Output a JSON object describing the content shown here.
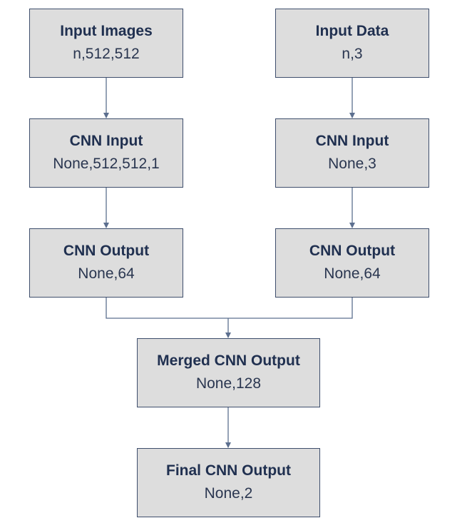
{
  "nodes": {
    "input_images": {
      "title": "Input Images",
      "shape": "n,512,512"
    },
    "input_data": {
      "title": "Input Data",
      "shape": "n,3"
    },
    "cnn_input_left": {
      "title": "CNN Input",
      "shape": "None,512,512,1"
    },
    "cnn_input_right": {
      "title": "CNN Input",
      "shape": "None,3"
    },
    "cnn_output_left": {
      "title": "CNN Output",
      "shape": "None,64"
    },
    "cnn_output_right": {
      "title": "CNN Output",
      "shape": "None,64"
    },
    "merged": {
      "title": "Merged CNN Output",
      "shape": "None,128"
    },
    "final": {
      "title": "Final CNN Output",
      "shape": "None,2"
    }
  },
  "edges": [
    {
      "from": "input_images",
      "to": "cnn_input_left"
    },
    {
      "from": "input_data",
      "to": "cnn_input_right"
    },
    {
      "from": "cnn_input_left",
      "to": "cnn_output_left"
    },
    {
      "from": "cnn_input_right",
      "to": "cnn_output_right"
    },
    {
      "from": "cnn_output_left",
      "to": "merged"
    },
    {
      "from": "cnn_output_right",
      "to": "merged"
    },
    {
      "from": "merged",
      "to": "final"
    }
  ],
  "colors": {
    "box_fill": "#dddddd",
    "box_border": "#3e4e6c",
    "title_text": "#203050",
    "connector": "#5c6f8f"
  }
}
